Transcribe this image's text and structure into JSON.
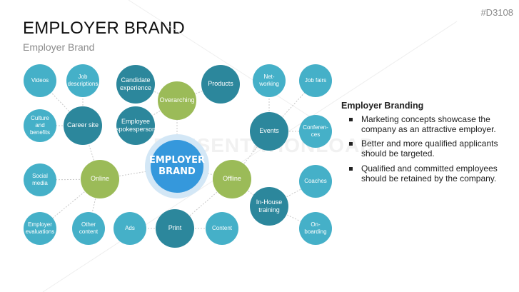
{
  "code": "#D3108",
  "title": "EMPLOYER BRAND",
  "subtitle": "Employer Brand",
  "watermark": "PRESENTATIONLOAD",
  "colors": {
    "light": "#45b0c8",
    "dark": "#2c879c",
    "green": "#9bbb58",
    "center": "#3598dc"
  },
  "nodes": {
    "center": "EMPLOYER BRAND",
    "videos": "Videos",
    "job_descriptions": "Job descriptions",
    "culture": "Culture and benefits",
    "career_site": "Career site",
    "candidate_experience": "Candidate experience",
    "overarching": "Overarching",
    "employee_spokesperson": "Employee spokesperson",
    "products": "Products",
    "networking": "Net-working",
    "job_fairs": "Job fairs",
    "events": "Events",
    "conferences": "Conferen-ces",
    "social_media": "Social media",
    "online": "Online",
    "offline": "Offline",
    "coaches": "Coaches",
    "inhouse_training": "In-House training",
    "employer_evaluations": "Employer evaluations",
    "other_content": "Other content",
    "ads": "Ads",
    "print": "Print",
    "content": "Content",
    "onboarding": "On-boarding"
  },
  "panel": {
    "heading": "Employer Branding",
    "bullets": [
      "Marketing concepts showcase the company as an attractive employer.",
      "Better and more qualified applicants should be targeted.",
      "Qualified and committed employees should be retained by the company."
    ]
  }
}
